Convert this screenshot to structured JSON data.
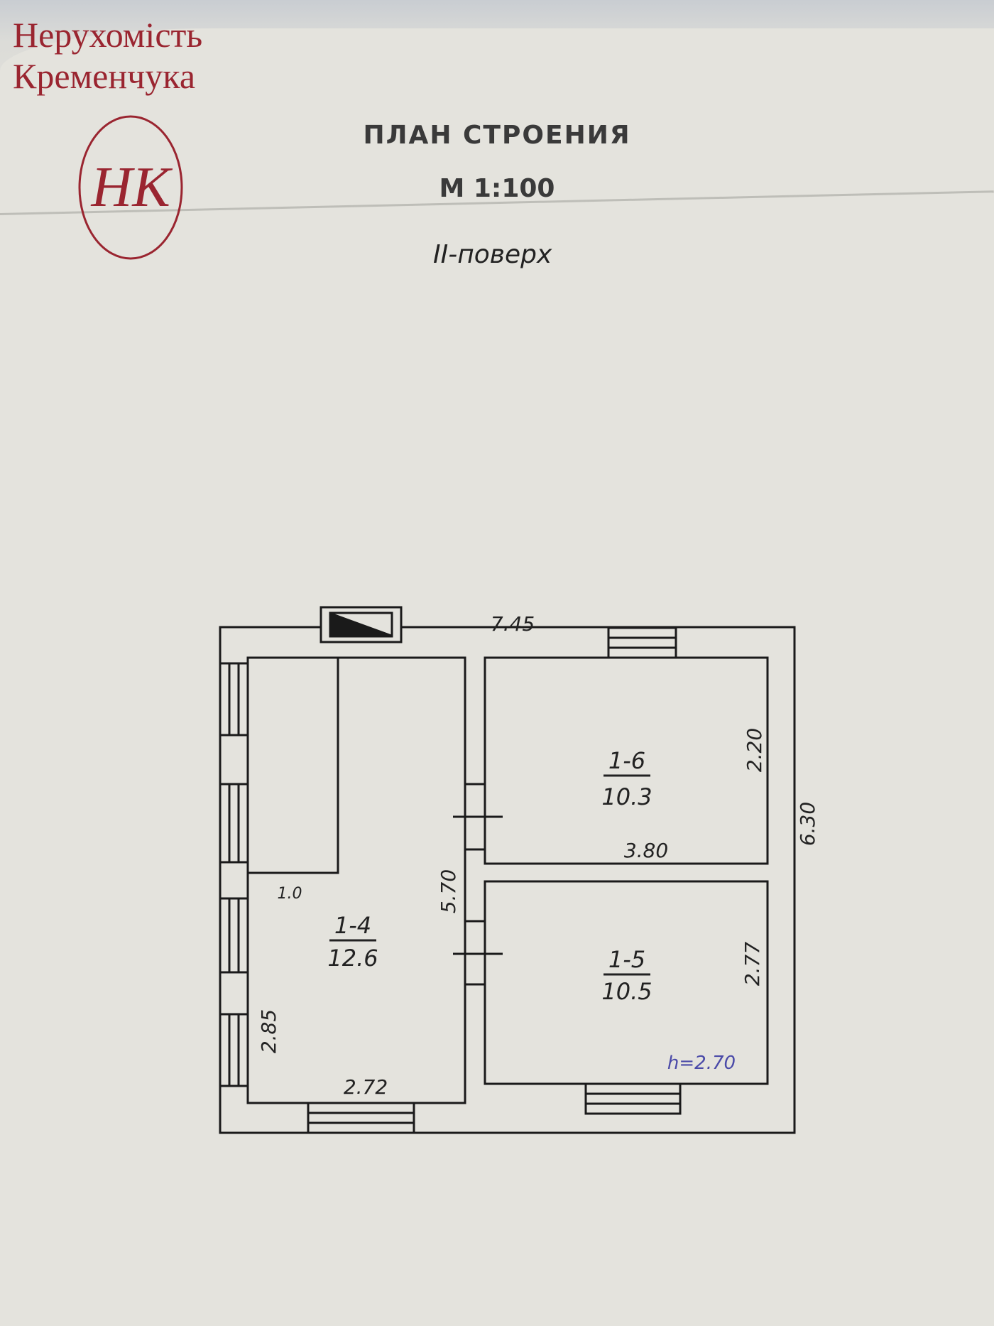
{
  "watermark": {
    "line1": "Нерухомість",
    "line2": "Кременчука",
    "monogram": "НК",
    "color": "#9a2530"
  },
  "document": {
    "title": "ПЛАН   СТРОЕНИЯ",
    "scale": "М 1:100",
    "floor_note": "II-поверх"
  },
  "plan": {
    "rooms": [
      {
        "id": "1-4",
        "area": "12.6"
      },
      {
        "id": "1-5",
        "area": "10.5"
      },
      {
        "id": "1-6",
        "area": "10.3"
      }
    ],
    "dimensions": {
      "top_length": "7.45",
      "right_height": "6.30",
      "room_1_6_width": "3.80",
      "room_1_6_height": "2.20",
      "room_1_5_height": "2.77",
      "room_1_4_height": "5.70",
      "room_1_4_width": "2.72",
      "room_1_4_side": "2.85",
      "closet": "1.0",
      "ceiling_height": "h=2.70"
    }
  }
}
